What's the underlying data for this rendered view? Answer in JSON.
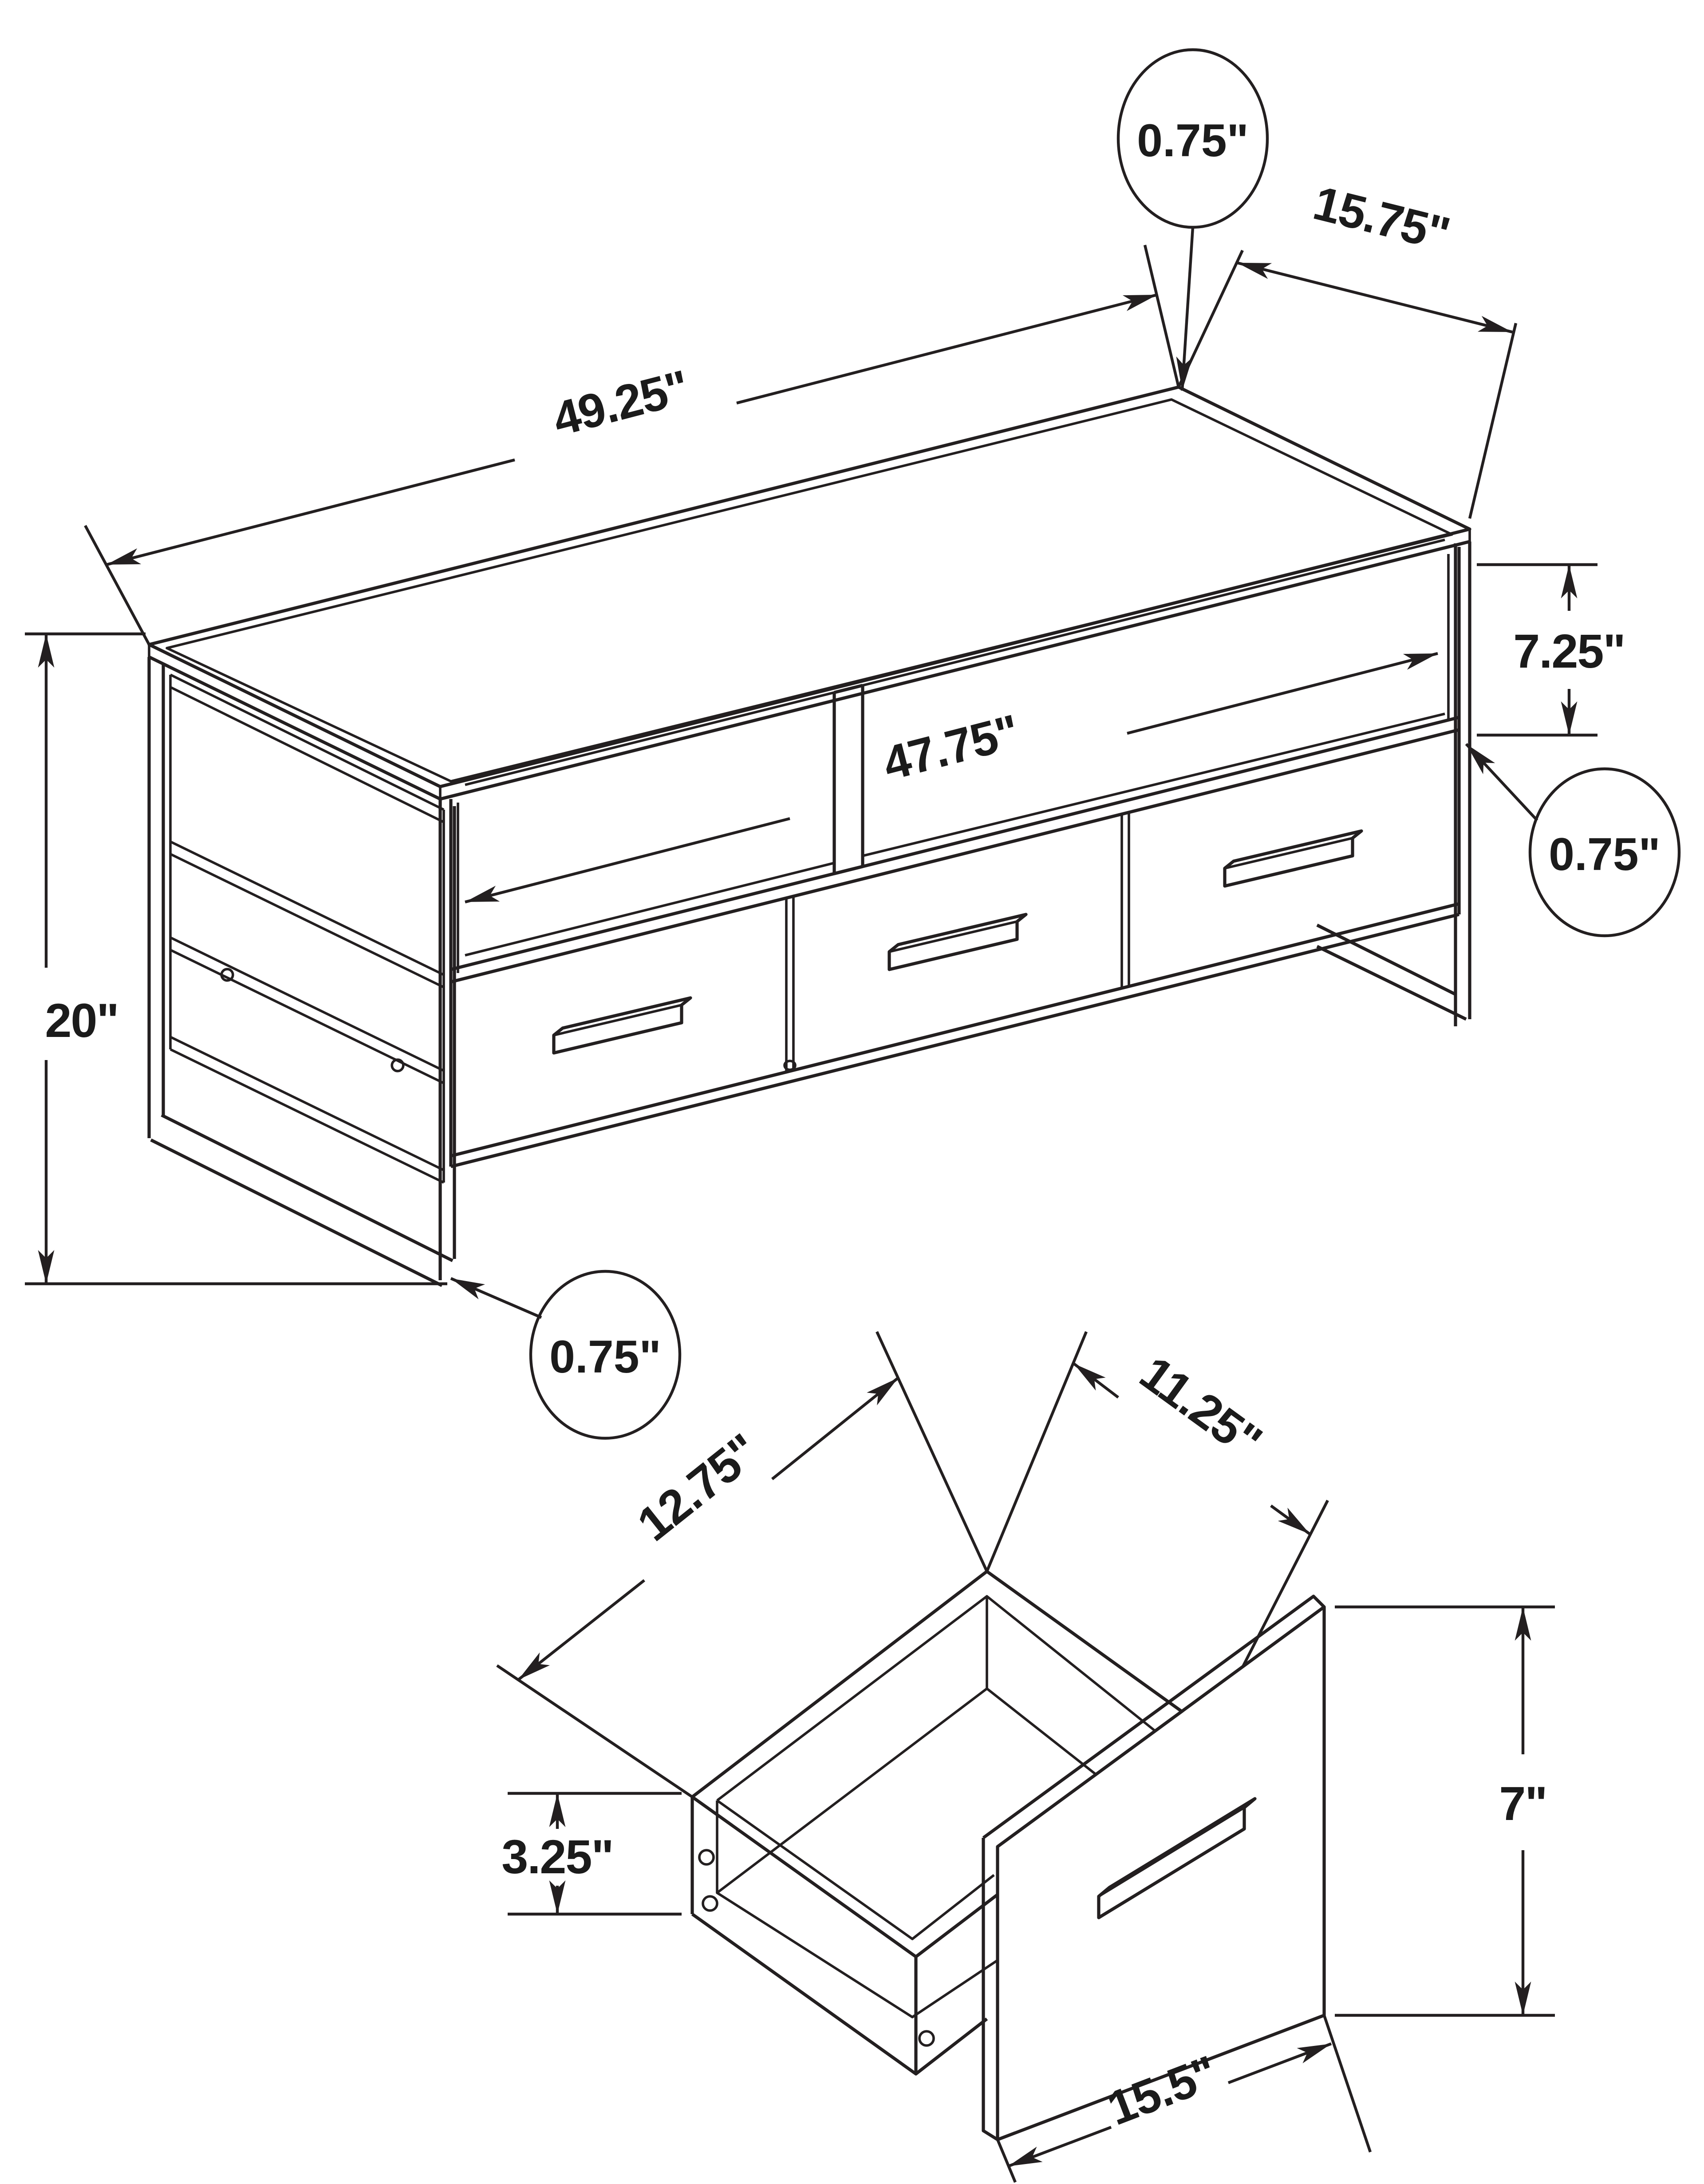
{
  "diagram": {
    "type": "furniture-dimension-drawing",
    "background": "#ffffff",
    "line_color": "#231f20",
    "views": {
      "tv_stand": {
        "label": "tv-stand-isometric-view",
        "dims": {
          "top_thickness": "0.75\"",
          "depth": "15.75\"",
          "width": "49.25\"",
          "open_shelf_height": "7.25\"",
          "shelf_thickness": "0.75\"",
          "interior_width": "47.75\"",
          "overall_height": "20\"",
          "frame_thickness": "0.75\""
        }
      },
      "drawer": {
        "label": "drawer-isometric-view",
        "dims": {
          "interior_depth": "12.75\"",
          "interior_width": "11.25\"",
          "side_height": "3.25\"",
          "front_height": "7\"",
          "front_width": "15.5\""
        }
      }
    }
  }
}
